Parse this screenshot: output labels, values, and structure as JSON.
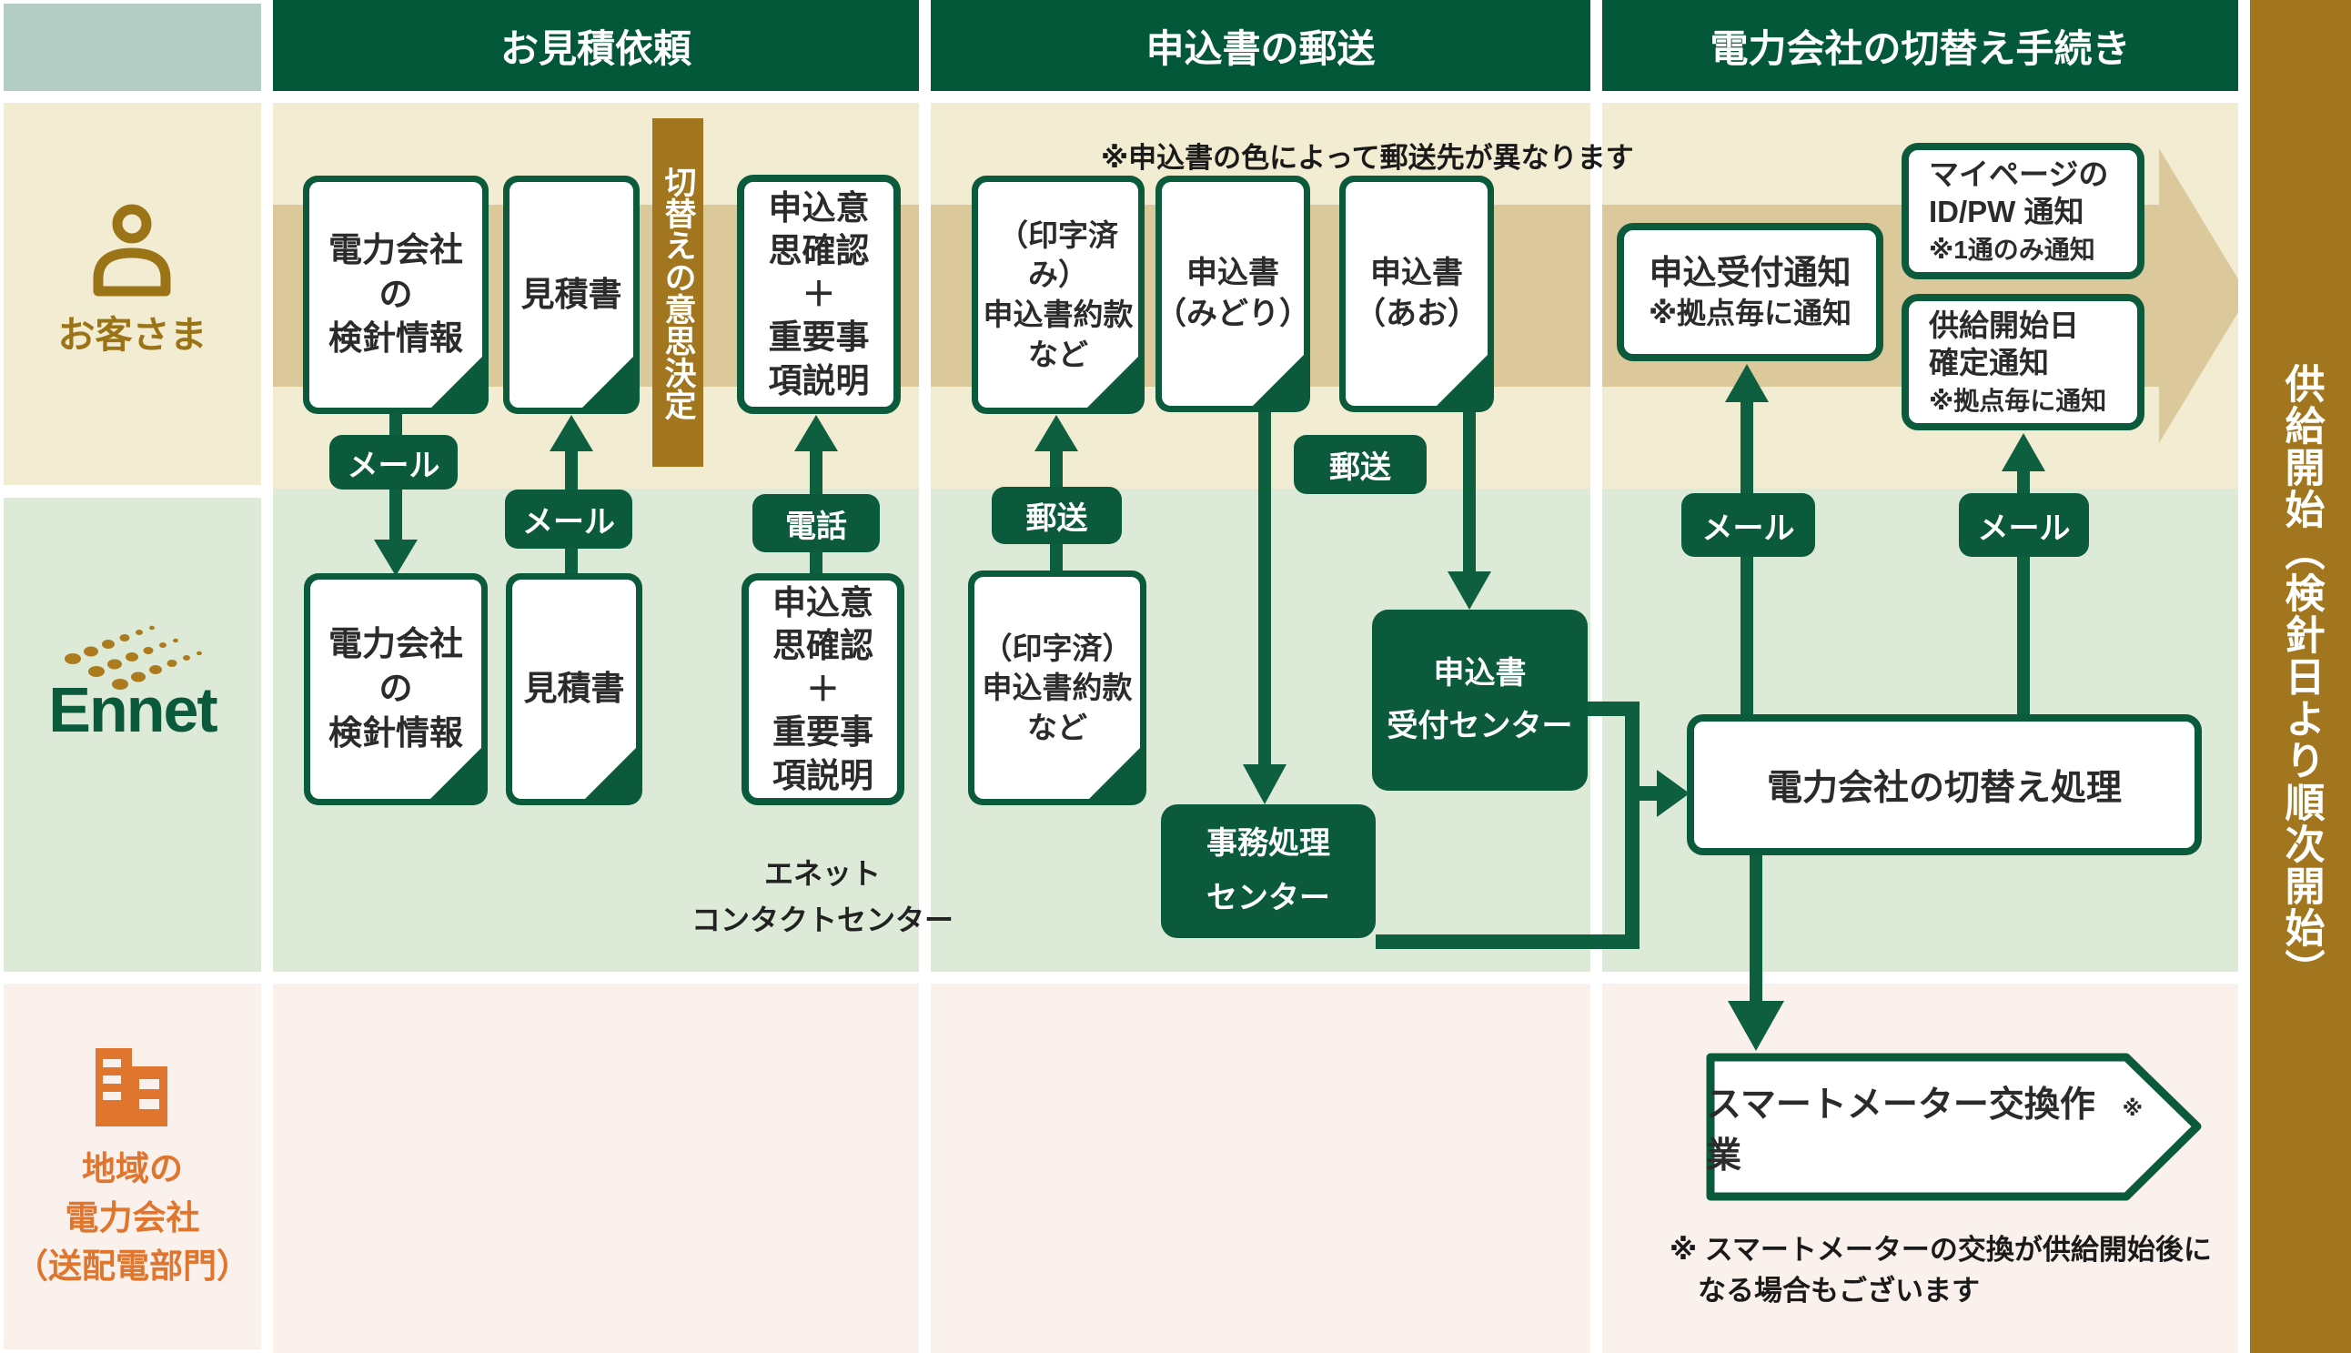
{
  "colors": {
    "header_green": "#04583a",
    "box_green": "#0b5a3c",
    "arrow_green": "#0d5f40",
    "gold_bar": "#a1761f",
    "tan_band": "#dbc99b",
    "customer_row_bg": "#f2ecd2",
    "ennet_row_bg": "#dcead7",
    "regional_row_bg": "#faf0ec",
    "corner_cell_bg": "#b3ccc4",
    "customer_gold_text": "#9c7418",
    "regional_orange": "#e0752d"
  },
  "header": {
    "sections": [
      {
        "label": "お見積依頼"
      },
      {
        "label": "申込書の郵送"
      },
      {
        "label": "電力会社の切替え手続き"
      }
    ]
  },
  "lanes": {
    "customer": {
      "label": "お客さま",
      "icon": "person-icon"
    },
    "ennet": {
      "logo_text": "Ennet",
      "icon": "ennet-dots-logo"
    },
    "regional": {
      "label": "地域の\n電力会社\n（送配電部門）",
      "icon": "building-icon"
    }
  },
  "bars": {
    "decision": "切替えの意思決定",
    "supply_start": "供給開始（検針日より順次開始）"
  },
  "badges": {
    "mail_a": "メール",
    "mail_b": "メール",
    "phone": "電話",
    "post_a": "郵送",
    "post_b": "郵送",
    "mail_c": "メール",
    "mail_d": "メール"
  },
  "boxes": {
    "customer_meter_info": "電力会社\nの\n検針情報",
    "customer_quote": "見積書",
    "customer_intent": "申込意\n思確認\n＋\n重要事\n項説明",
    "customer_form_pack": "（印字済み）\n申込書約款\nなど",
    "form_green": "申込書\n（みどり）",
    "form_blue": "申込書\n（あお）",
    "receipt_notice": {
      "title": "申込受付通知",
      "note": "※拠点毎に通知"
    },
    "mypage_notice": {
      "title": "マイページの\nID/PW 通知",
      "note": "※1通のみ通知"
    },
    "supply_date_notice": {
      "title": "供給開始日\n確定通知",
      "note": "※拠点毎に通知"
    },
    "ennet_meter_info": "電力会社\nの\n検針情報",
    "ennet_quote": "見積書",
    "ennet_intent": "申込意\n思確認\n＋\n重要事\n項説明",
    "ennet_form_pack": "（印字済）\n申込書約款\nなど",
    "office_center": "事務処理\nセンター",
    "form_center": "申込書\n受付センター",
    "switching_process": "電力会社の切替え処理",
    "smart_meter": {
      "label": "スマートメーター交換作業",
      "sup": "※"
    }
  },
  "notes": {
    "mailing_note": "※申込書の色によって郵送先が異なります",
    "contact_center": "エネット\nコンタクトセンター",
    "smart_meter_note": "※ スマートメーターの交換が供給開始後に\n　なる場合もございます"
  }
}
